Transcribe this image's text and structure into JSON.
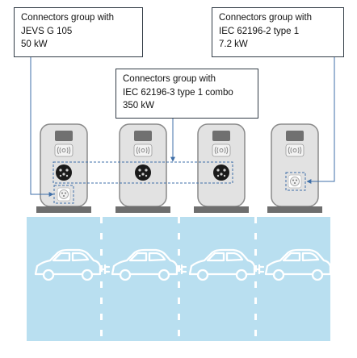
{
  "callouts": {
    "jevs": {
      "line1": "Connectors group with",
      "line2": "JEVS G 105",
      "line3": "50 kW"
    },
    "type1": {
      "line1": "Connectors group with",
      "line2": "IEC 62196-2 type 1",
      "line3": "7.2 kW"
    },
    "combo": {
      "line1": "Connectors group with",
      "line2": "IEC 62196-3 type 1 combo",
      "line3": "350 kW"
    }
  },
  "colors": {
    "parking_bay": "#b9dff0",
    "bay_divider": "#ffffff",
    "charger_body": "#e2e2e2",
    "charger_border": "#8a8a8a",
    "charger_base": "#6e6e6e",
    "screen": "#707070",
    "socket_dark": "#1a1a1a",
    "leader_line": "#3f6fa8",
    "car_outline": "#ffffff"
  },
  "icons": [
    "charger-icon",
    "contactless-reader-icon",
    "connector-socket-icon",
    "electric-car-icon",
    "arrow-icon"
  ]
}
